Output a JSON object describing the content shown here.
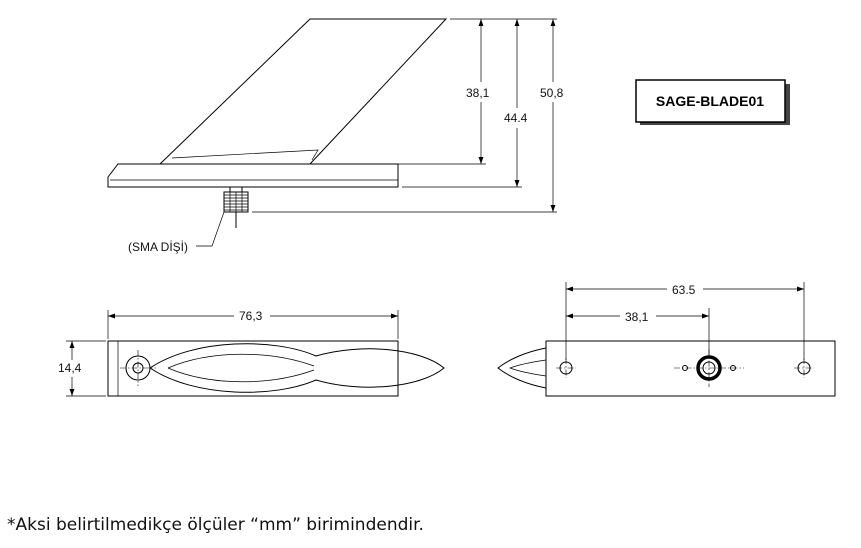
{
  "part_label": "SAGE-BLADE01",
  "connector_label": "(SMA DİŞİ)",
  "dimensions": {
    "blade_height": "38,1",
    "height_to_base": "44.4",
    "total_height": "50,8",
    "base_length": "76,3",
    "base_width": "14,4",
    "hole_spacing": "63.5",
    "connector_offset": "38,1"
  },
  "note": "*Aksi belirtilmedikçe ölçüler “mm” birimindendir."
}
